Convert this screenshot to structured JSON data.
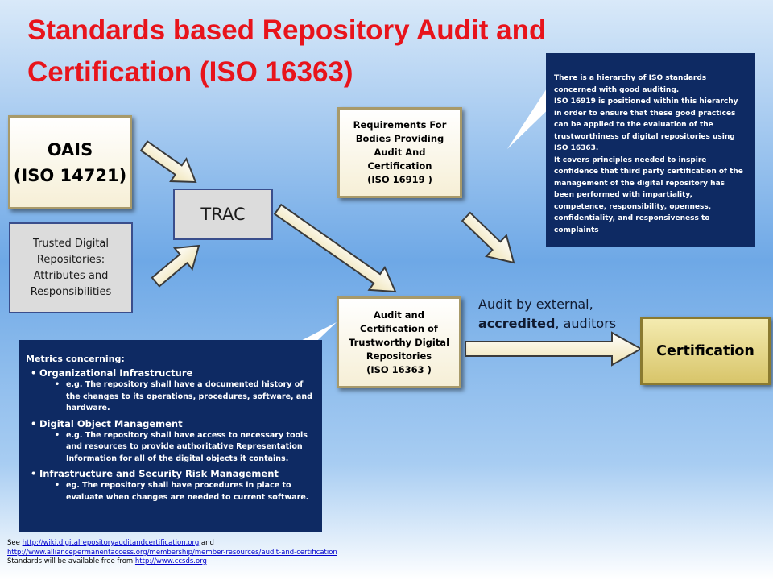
{
  "title": {
    "line1": "Standards based Repository Audit and",
    "line2": "Certification (ISO 16363)"
  },
  "oais": {
    "line1": "OAIS",
    "line2": "(ISO 14721)"
  },
  "tdr": {
    "line1": "Trusted Digital",
    "line2": "Repositories:",
    "line3": "Attributes and",
    "line4": "Responsibilities"
  },
  "trac": {
    "label": "TRAC"
  },
  "requirements": {
    "line1": "Requirements For",
    "line2": "Bodies Providing",
    "line3": "Audit And",
    "line4": "Certification",
    "line5": "(ISO 16919  )"
  },
  "audit": {
    "line1": "Audit and",
    "line2": "Certification of",
    "line3": "Trustworthy Digital",
    "line4": "Repositories",
    "line5": "(ISO 16363  )"
  },
  "certification": {
    "label": "Certification"
  },
  "external": {
    "prefix": "Audit by external,",
    "bold": "accredited",
    "suffix": ", auditors"
  },
  "callout_right": {
    "p1": "There is a hierarchy of ISO standards concerned with good auditing.",
    "p2": "ISO 16919 is positioned within this hierarchy in order to ensure that these good practices can be applied to the evaluation of the trustworthiness of digital repositories using ISO 16363.",
    "p3": "It covers principles needed to inspire confidence that third party certification of the management of the digital repository has been performed with impartiality, competence, responsibility, openness, confidentiality, and responsiveness to complaints"
  },
  "callout_left": {
    "heading": "Metrics concerning:",
    "items": [
      {
        "label": "Organizational Infrastructure",
        "example": "e.g. The repository shall have a documented history of the changes to its operations, procedures, software, and hardware."
      },
      {
        "label": "Digital Object Management",
        "example": "e.g. The repository shall have access to necessary tools and resources to provide authoritative Representation Information for all of the digital objects it contains."
      },
      {
        "label": "Infrastructure and Security Risk Management",
        "example": "eg. The repository shall have procedures in place to evaluate when changes are needed to current software."
      }
    ]
  },
  "footer": {
    "see": "See ",
    "link1": "http://wiki.digitalrepositoryauditandcertification.org",
    "and": " and",
    "link2": "http://www.alliancepermanentaccess.org/membership/member-resources/audit-and-certification",
    "free": "Standards will be available free from ",
    "link3": "http://www.ccsds.org"
  },
  "colors": {
    "title": "#e8141b",
    "navy": "#0e2a63",
    "cream": "#f6efd6",
    "gold": "#d8c56a"
  }
}
